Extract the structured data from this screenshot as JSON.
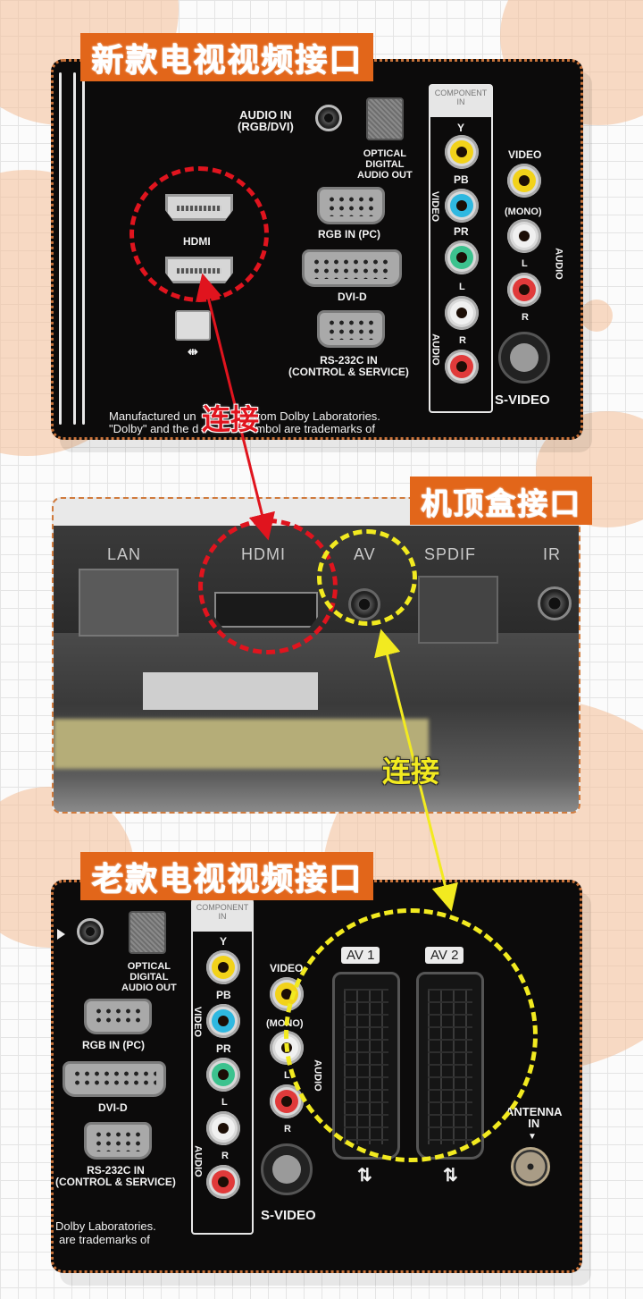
{
  "sections": {
    "new_tv": {
      "title": "新款电视视频接口",
      "labels": {
        "audio_in": "AUDIO IN\n(RGB/DVI)",
        "optical": "OPTICAL\nDIGITAL\nAUDIO OUT",
        "hdmi": "HDMI",
        "rgb_in": "RGB IN (PC)",
        "dvi_d": "DVI-D",
        "rs232": "RS-232C IN\n(CONTROL & SERVICE)",
        "component_header": "COMPONENT\nIN",
        "y": "Y",
        "pb": "PB",
        "pr": "PR",
        "video_vertical": "VIDEO",
        "audio_vertical": "AUDIO",
        "l": "L",
        "r": "R",
        "video": "VIDEO",
        "mono": "(MONO)",
        "s_video": "S-VIDEO",
        "footer_line1": "Manufactured un",
        "footer_line1b": "from Dolby Laboratories.",
        "footer_line2": "\"Dolby\" and the d",
        "footer_line2b": "mbol are trademarks of"
      }
    },
    "set_top_box": {
      "title": "机顶盒接口",
      "port_labels": [
        "LAN",
        "HDMI",
        "AV",
        "SPDIF",
        "IR"
      ]
    },
    "old_tv": {
      "title": "老款电视视频接口",
      "labels": {
        "optical": "OPTICAL\nDIGITAL\nAUDIO OUT",
        "rgb_in": "RGB IN (PC)",
        "dvi_d": "DVI-D",
        "rs232": "RS-232C IN\n(CONTROL & SERVICE)",
        "component_header": "COMPONENT\nIN",
        "y": "Y",
        "pb": "PB",
        "pr": "PR",
        "video_vertical": "VIDEO",
        "audio_vertical": "AUDIO",
        "l": "L",
        "r": "R",
        "video": "VIDEO",
        "mono": "(MONO)",
        "s_video": "S-VIDEO",
        "av1": "AV 1",
        "av2": "AV 2",
        "antenna": "ANTENNA\nIN",
        "footer_line1": "Dolby Laboratories.",
        "footer_line2": "are trademarks of"
      }
    }
  },
  "connections": {
    "hdmi_label": "连接",
    "av_label": "连接",
    "hdmi_color": "#e0141e",
    "av_color": "#f2ea20"
  },
  "colors": {
    "badge": "#e2661a",
    "panel": "#0c0b0b",
    "rca_yellow": "#f2d21a",
    "rca_blue": "#2fb8e0",
    "rca_green": "#3cc28e",
    "rca_white": "#f0f0f0",
    "rca_red": "#e03a3a"
  }
}
